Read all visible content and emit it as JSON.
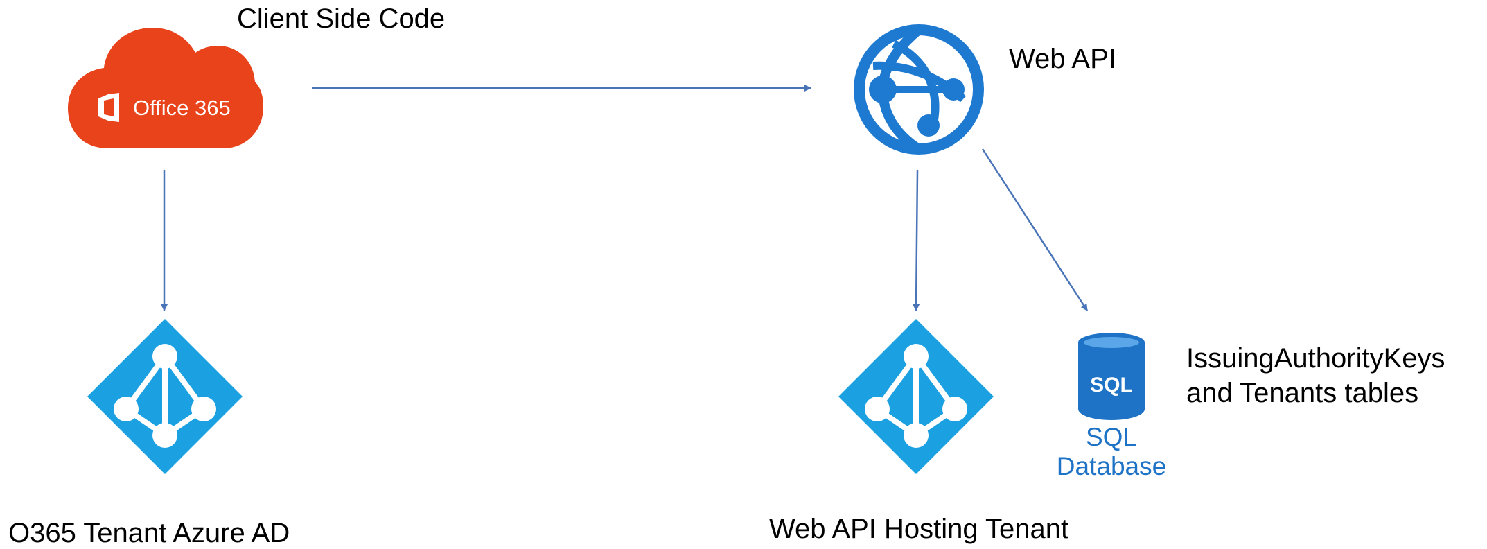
{
  "labels": {
    "client_side_code": "Client Side Code",
    "web_api": "Web API",
    "o365_tenant": "O365 Tenant Azure AD",
    "web_api_hosting_tenant": "Web API Hosting Tenant",
    "tables_line1": "IssuingAuthorityKeys",
    "tables_line2": "and Tenants tables"
  },
  "icons": {
    "office365": {
      "name": "office365-cloud-icon",
      "text": "Office 365",
      "color": "#e8431b"
    },
    "web_api": {
      "name": "web-api-globe-icon",
      "color": "#1e7ad1"
    },
    "azure_ad_left": {
      "name": "azure-ad-icon",
      "color": "#1ba1e2"
    },
    "azure_ad_right": {
      "name": "azure-ad-icon",
      "color": "#1ba1e2"
    },
    "sql_database": {
      "name": "sql-database-icon",
      "badge": "SQL",
      "caption_line1": "SQL",
      "caption_line2": "Database",
      "color": "#1e73c6"
    }
  },
  "colors": {
    "arrow": "#4a74b8"
  }
}
